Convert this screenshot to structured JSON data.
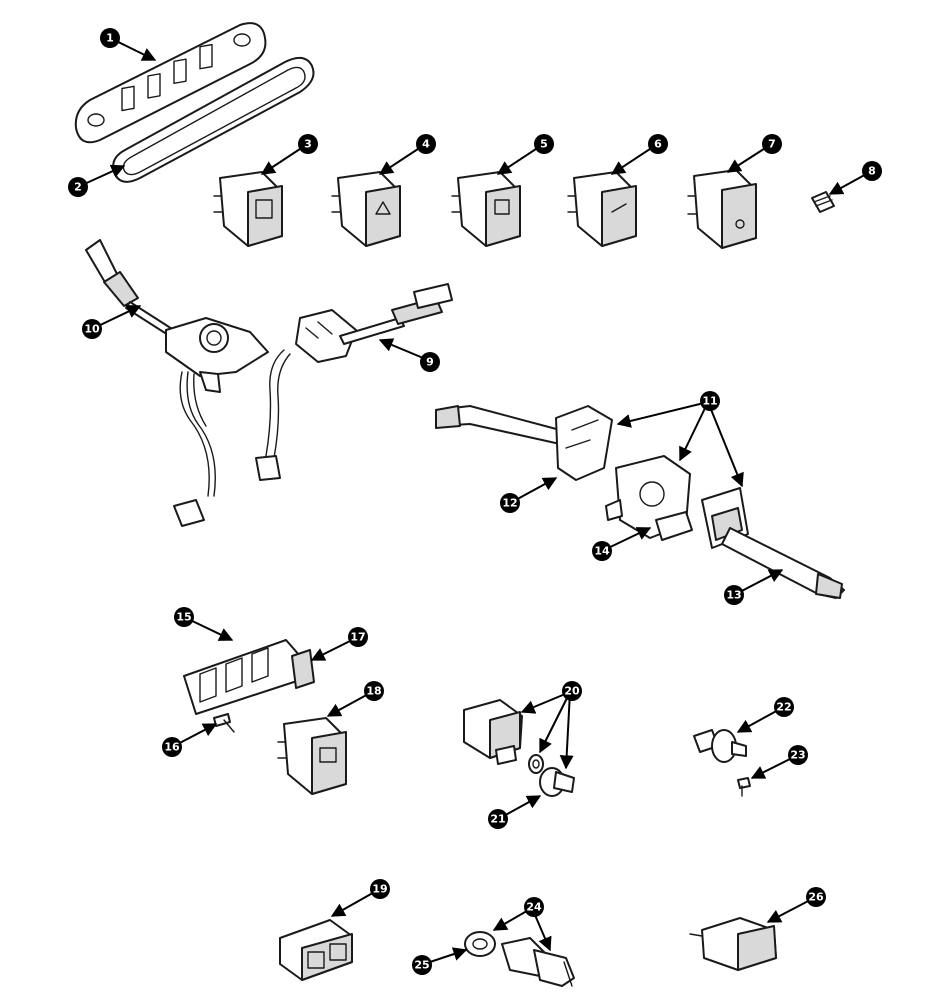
{
  "callouts": [
    {
      "id": "1",
      "label": "1"
    },
    {
      "id": "2",
      "label": "2"
    },
    {
      "id": "3",
      "label": "3"
    },
    {
      "id": "4",
      "label": "4"
    },
    {
      "id": "5",
      "label": "5"
    },
    {
      "id": "6",
      "label": "6"
    },
    {
      "id": "7",
      "label": "7"
    },
    {
      "id": "8",
      "label": "8"
    },
    {
      "id": "9",
      "label": "9"
    },
    {
      "id": "10",
      "label": "10"
    },
    {
      "id": "11",
      "label": "11"
    },
    {
      "id": "12",
      "label": "12"
    },
    {
      "id": "13",
      "label": "13"
    },
    {
      "id": "14",
      "label": "14"
    },
    {
      "id": "15",
      "label": "15"
    },
    {
      "id": "16",
      "label": "16"
    },
    {
      "id": "17",
      "label": "17"
    },
    {
      "id": "18",
      "label": "18"
    },
    {
      "id": "19",
      "label": "19"
    },
    {
      "id": "20",
      "label": "20"
    },
    {
      "id": "21",
      "label": "21"
    },
    {
      "id": "22",
      "label": "22"
    },
    {
      "id": "23",
      "label": "23"
    },
    {
      "id": "24",
      "label": "24"
    },
    {
      "id": "25",
      "label": "25"
    },
    {
      "id": "26",
      "label": "26"
    }
  ],
  "colors": {
    "ink": "#000000",
    "line": "#1a1a1a",
    "fill": "#ffffff",
    "shade": "#d9d9d9"
  }
}
